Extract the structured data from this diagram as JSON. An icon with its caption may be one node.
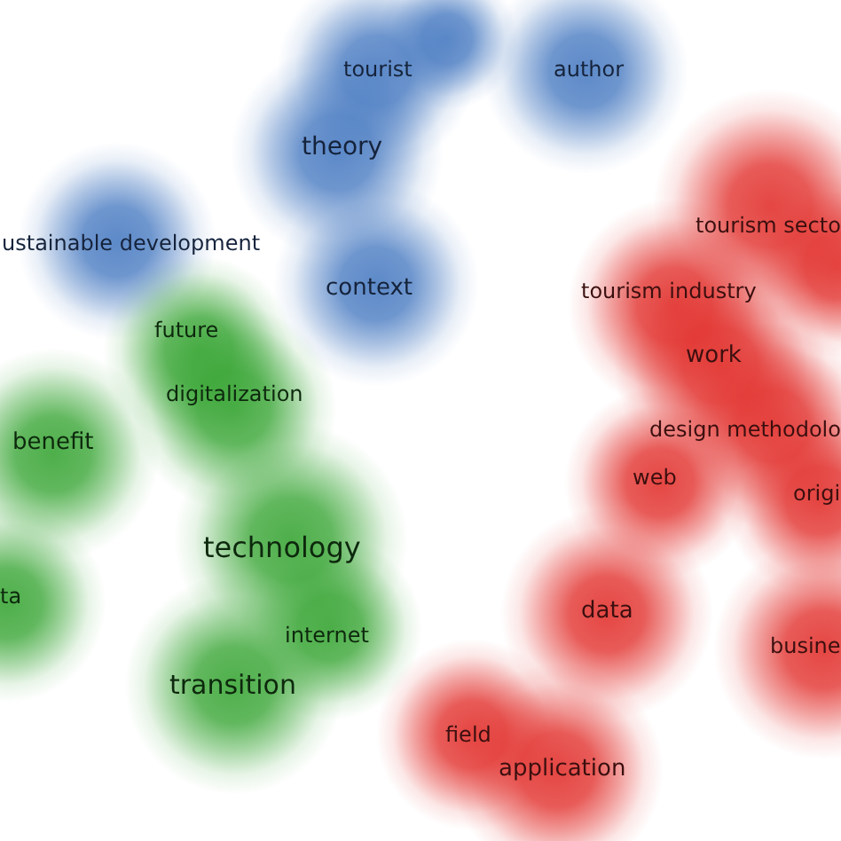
{
  "diagram": {
    "labels": [
      "tourist",
      "author",
      "theory",
      "tourism secto",
      "ustainable development",
      "context",
      "tourism industry",
      "future",
      "work",
      "digitalization",
      "design methodolo",
      "benefit",
      "web",
      "origi",
      "technology",
      "ta",
      "data",
      "internet",
      "busine",
      "transition",
      "field",
      "application"
    ]
  }
}
